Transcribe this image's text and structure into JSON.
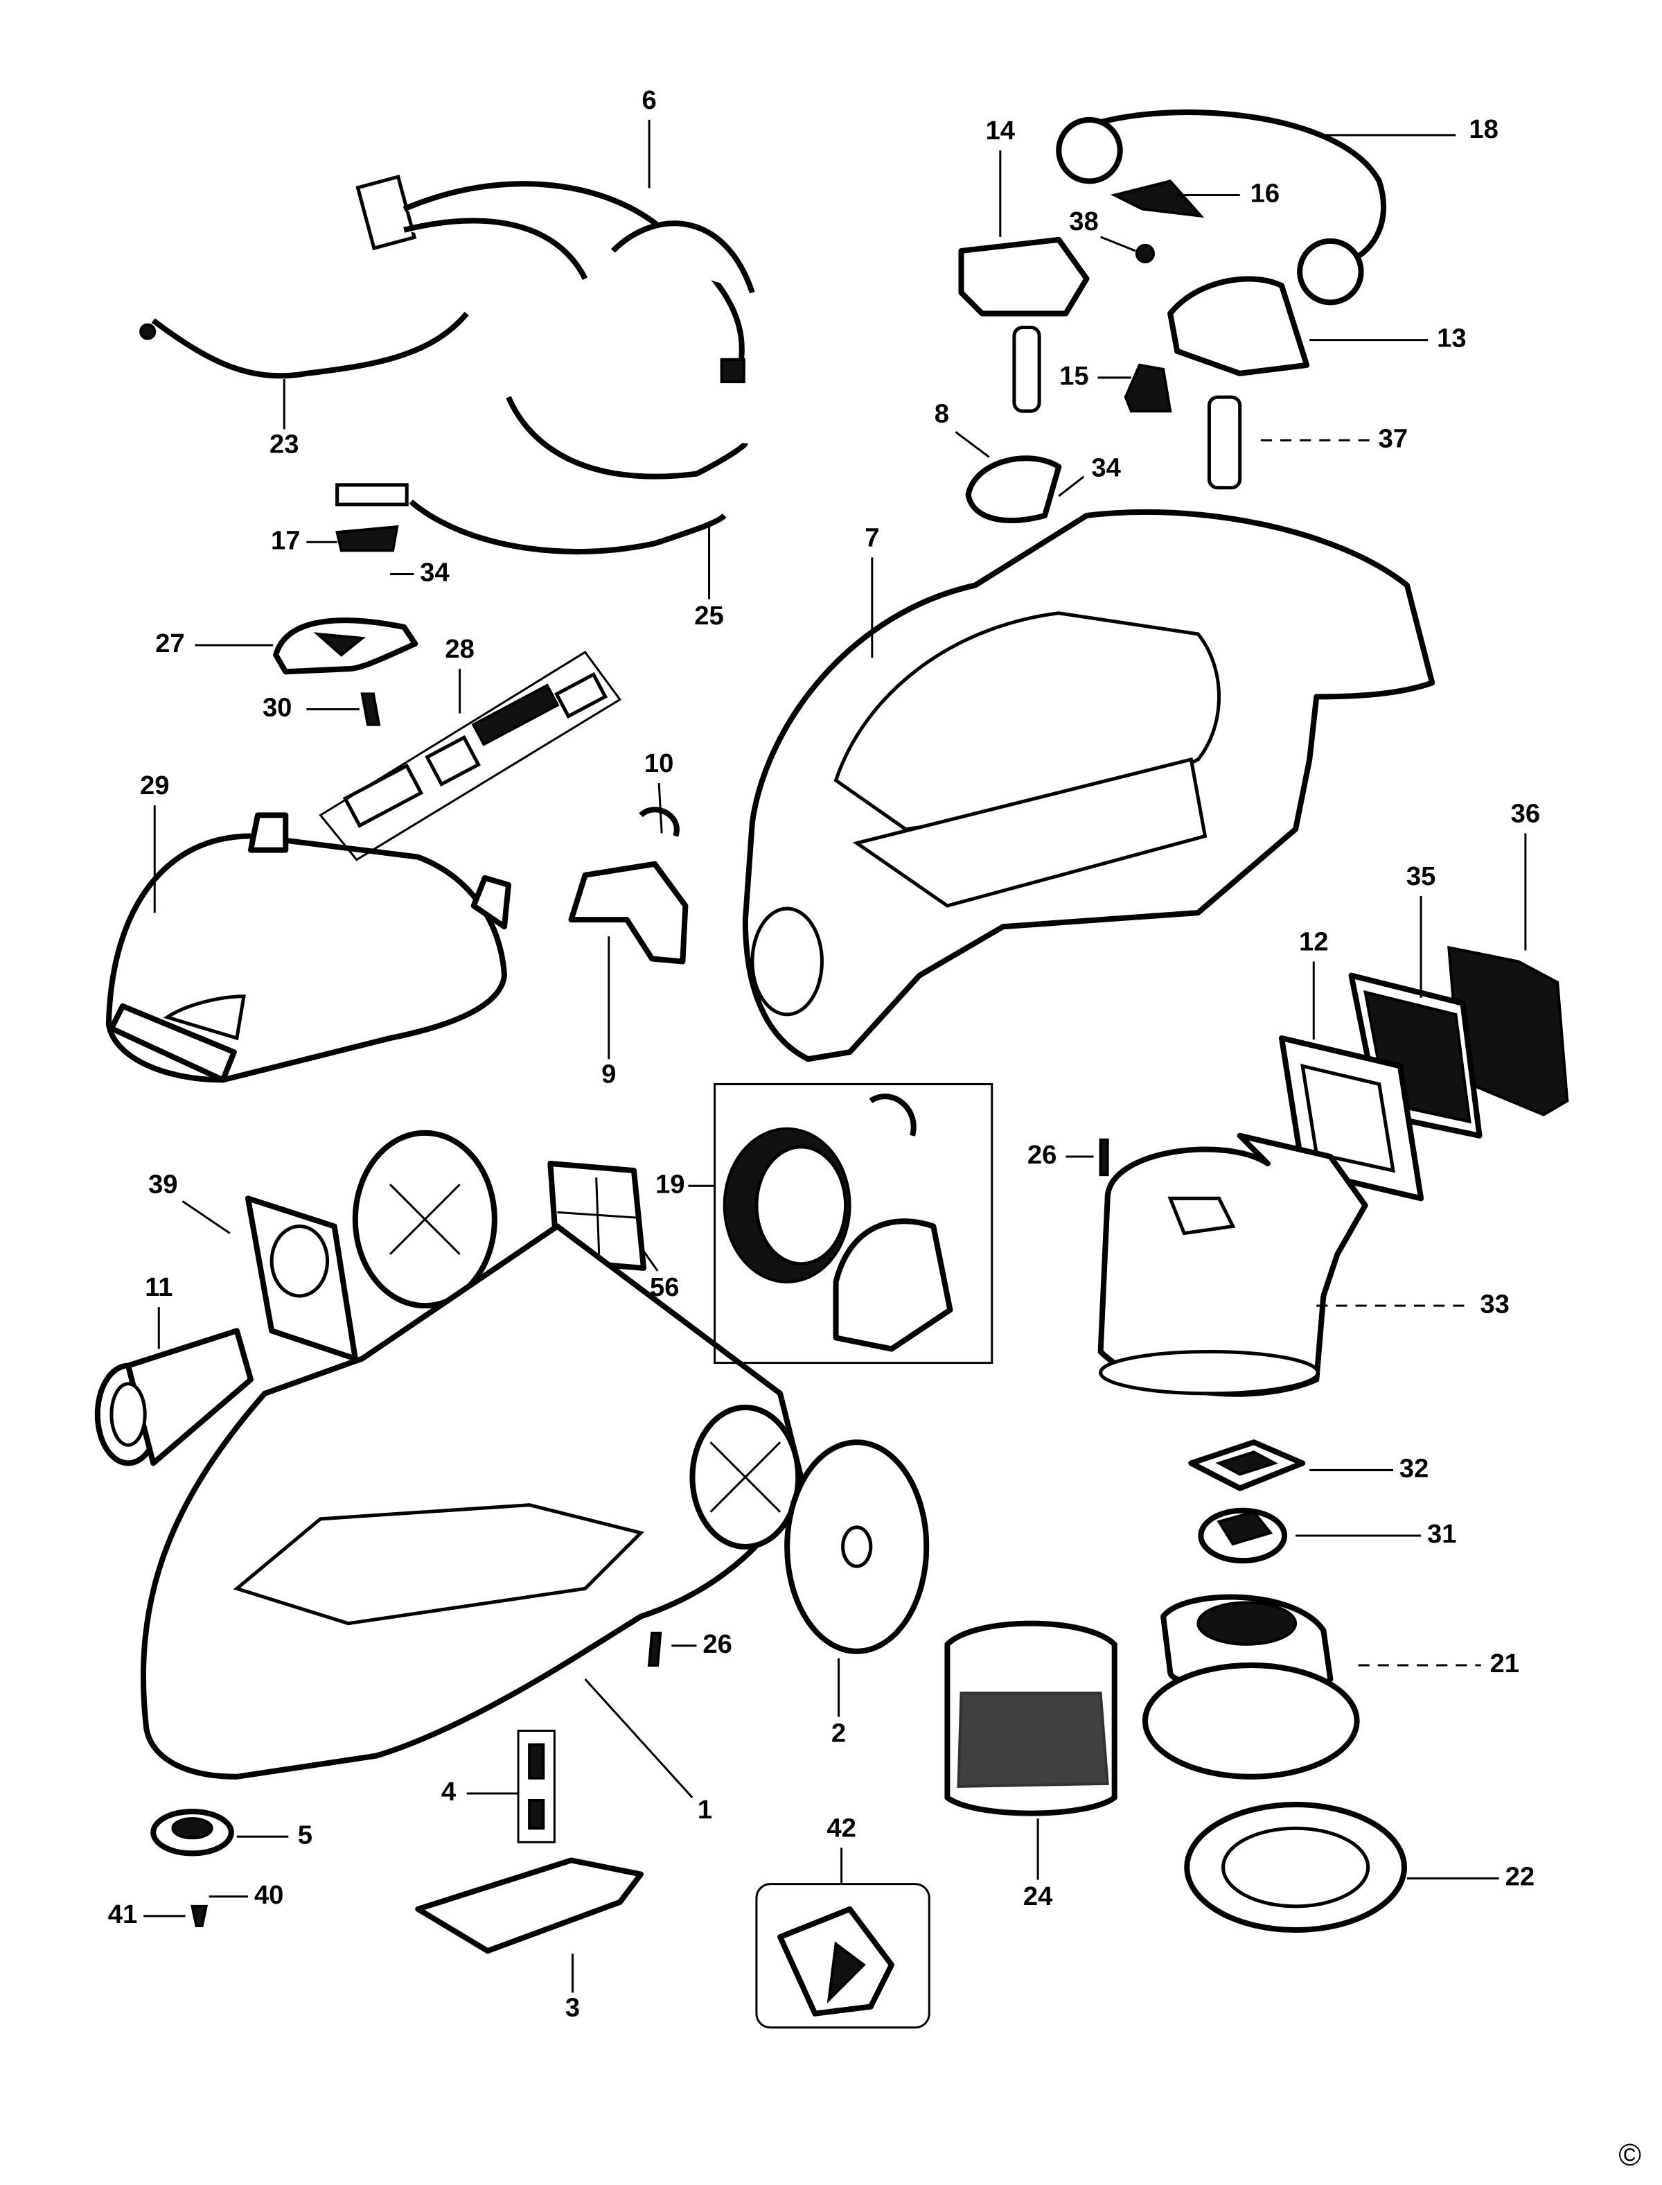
{
  "diagram": {
    "type": "exploded parts diagram",
    "labels": {
      "p1": "1",
      "p2": "2",
      "p3": "3",
      "p4": "4",
      "p5": "5",
      "p6": "6",
      "p7": "7",
      "p8": "8",
      "p9": "9",
      "p10": "10",
      "p11": "11",
      "p12": "12",
      "p13": "13",
      "p14": "14",
      "p15": "15",
      "p16": "16",
      "p17": "17",
      "p18": "18",
      "p19": "19",
      "p21": "21",
      "p22": "22",
      "p23": "23",
      "p24": "24",
      "p25": "25",
      "p26a": "26",
      "p26b": "26",
      "p27": "27",
      "p28": "28",
      "p29": "29",
      "p30": "30",
      "p31": "31",
      "p32": "32",
      "p33": "33",
      "p34a": "34",
      "p34b": "34",
      "p35": "35",
      "p36": "36",
      "p37": "37",
      "p38": "38",
      "p39": "39",
      "p40": "40",
      "p41": "41",
      "p42": "42",
      "p56": "56"
    },
    "copyright": "©"
  }
}
